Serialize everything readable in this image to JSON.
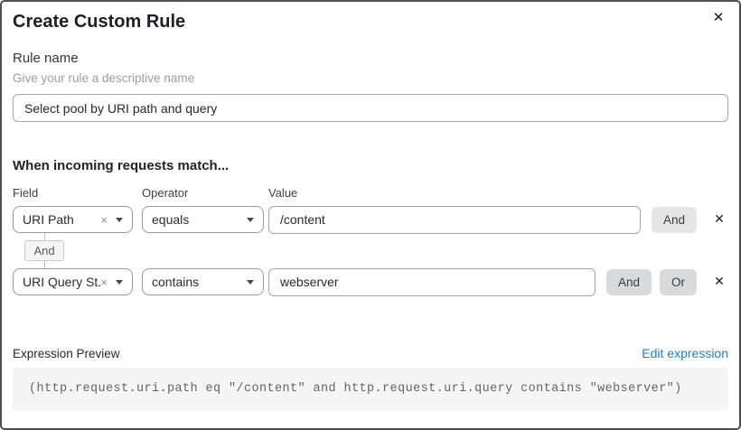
{
  "dialog": {
    "title": "Create Custom Rule",
    "close_icon": "✕"
  },
  "rule_name": {
    "label": "Rule name",
    "helper": "Give your rule a descriptive name",
    "value": "Select pool by URI path and query"
  },
  "match": {
    "heading": "When incoming requests match...",
    "columns": {
      "field": "Field",
      "operator": "Operator",
      "value": "Value"
    },
    "rows": [
      {
        "field": "URI Path",
        "operator": "equals",
        "value": "/content",
        "and_label": "And",
        "delete_icon": "✕",
        "clear_icon": "×"
      },
      {
        "field": "URI Query St...",
        "operator": "contains",
        "value": "webserver",
        "and_label": "And",
        "or_label": "Or",
        "delete_icon": "✕",
        "clear_icon": "×"
      }
    ],
    "joiner": "And"
  },
  "expression": {
    "label": "Expression Preview",
    "edit_link": "Edit expression",
    "code": "(http.request.uri.path eq \"/content\" and http.request.uri.query contains \"webserver\")"
  },
  "colors": {
    "link_blue": "#2c7cb0",
    "join_button_bg": "#e6e6e7",
    "join_button_bg_alt": "#d9dadb",
    "code_block_bg": "#f5f5f5",
    "dialog_border": "#4c4f54"
  }
}
